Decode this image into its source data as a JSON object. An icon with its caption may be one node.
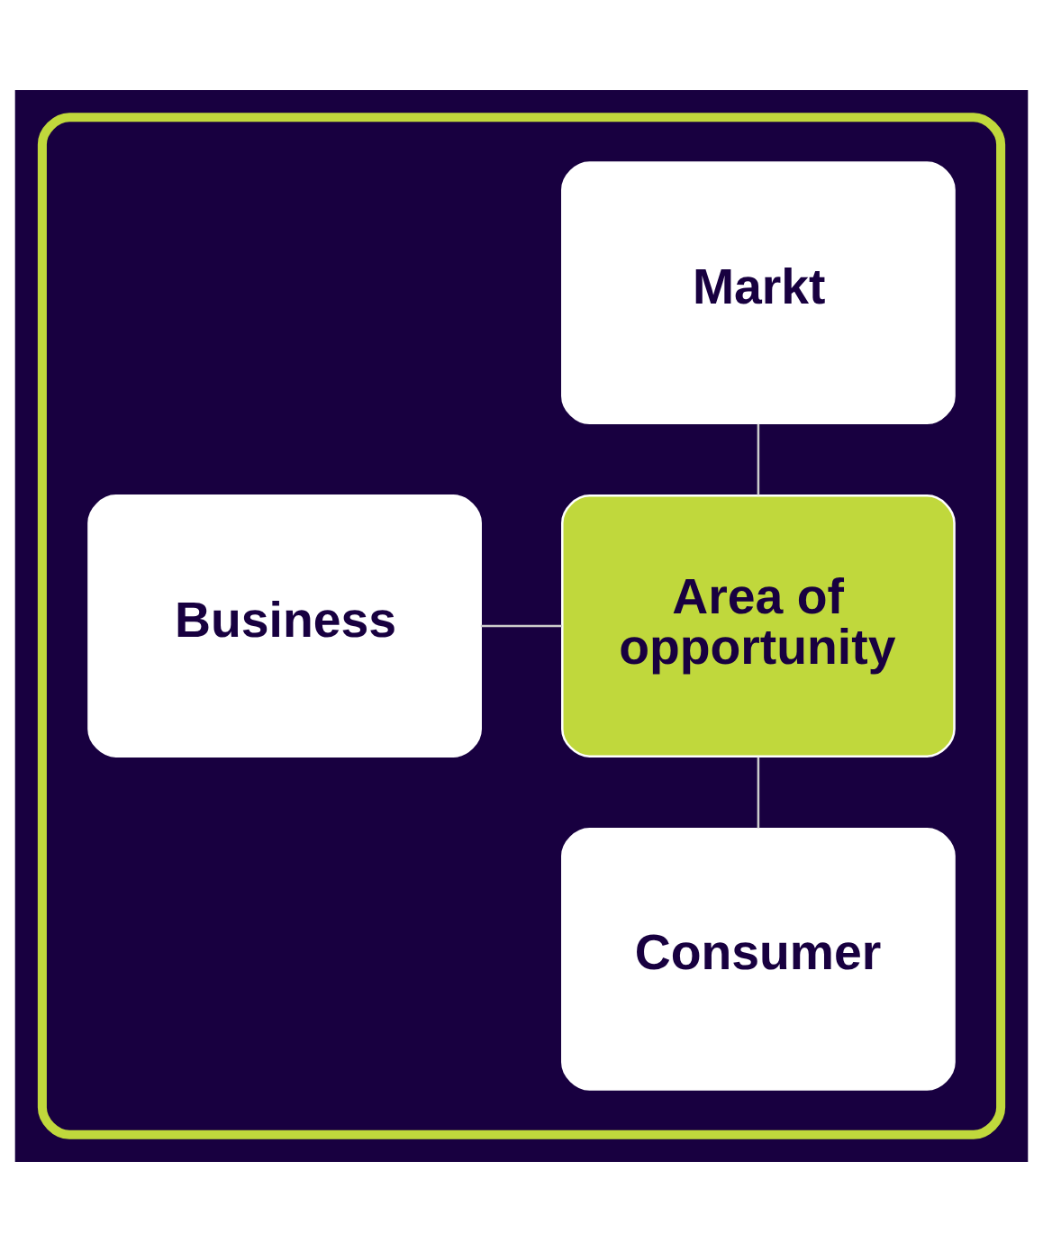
{
  "diagram": {
    "nodes": [
      {
        "text": [],
        "shape": "box"
      },
      {
        "text": [
          "Markt"
        ],
        "in": 0
      },
      {
        "text": [
          "Business"
        ],
        "in": 0
      },
      {
        "text": [
          "Area of opportunity"
        ],
        "in": 0
      },
      {
        "text": [
          "Consumer"
        ],
        "in": 0
      }
    ],
    "edges": [
      {
        "from": 1,
        "to": 3,
        "arrow": "none"
      },
      {
        "from": 2,
        "to": 3,
        "arrow": "none"
      },
      {
        "from": 3,
        "to": 4,
        "arrow": "none"
      }
    ]
  }
}
